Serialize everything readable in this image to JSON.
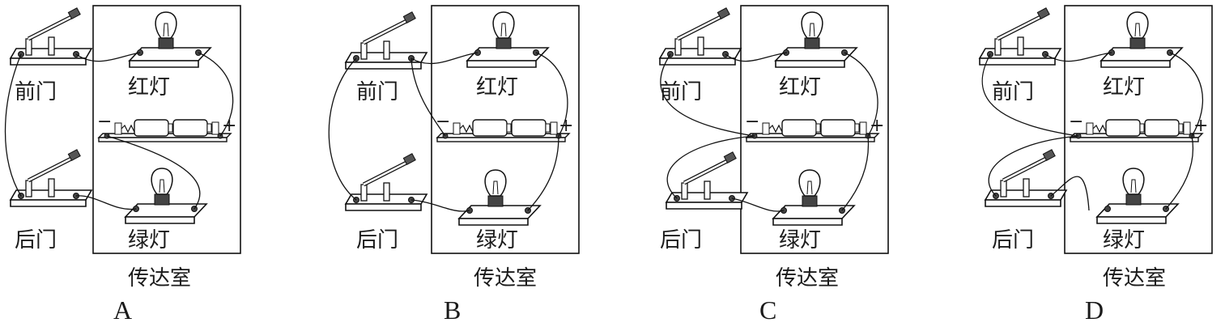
{
  "labels": {
    "front_door": "前门",
    "back_door": "后门",
    "red_light": "红灯",
    "green_light": "绿灯",
    "room": "传达室",
    "minus": "−",
    "plus": "+"
  },
  "options": [
    {
      "letter": "A"
    },
    {
      "letter": "B"
    },
    {
      "letter": "C"
    },
    {
      "letter": "D"
    }
  ]
}
